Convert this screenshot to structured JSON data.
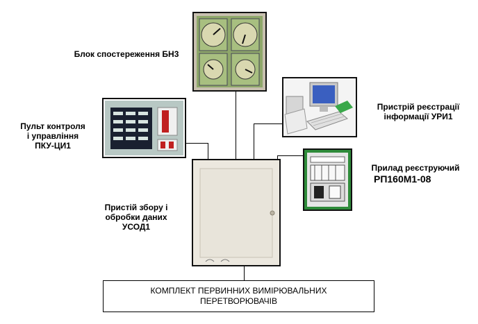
{
  "devices": {
    "observation_unit": {
      "lines": [
        "Блок спостереження БН3"
      ]
    },
    "control_panel": {
      "lines": [
        "Пульт контроля",
        "і управління",
        "ПКУ-ЦИ1"
      ]
    },
    "registration_device": {
      "lines": [
        "Пристрій реєстрації",
        "інформації УРИ1"
      ]
    },
    "recorder": {
      "lines": [
        "Прилад реєструючий",
        "РП160М1-08"
      ]
    },
    "data_unit": {
      "lines": [
        "Пристій збору і",
        "обробки даних",
        "УСОД1"
      ]
    }
  },
  "base_box": {
    "lines": [
      "КОМПЛЕКТ ПЕРВИННИХ  ВИМІРЮВАЛЬНИХ",
      "ПЕРЕТВОРЮВАЧІВ"
    ]
  },
  "colors": {
    "observation_panel": "#8fa86a",
    "control_panel": "#b8c8c4",
    "registration_screen": "#3a5fc0",
    "recorder_body": "#e6e6e6",
    "recorder_frame": "#2e8b3a",
    "data_unit_body": "#ece8df",
    "background": "#ffffff"
  }
}
